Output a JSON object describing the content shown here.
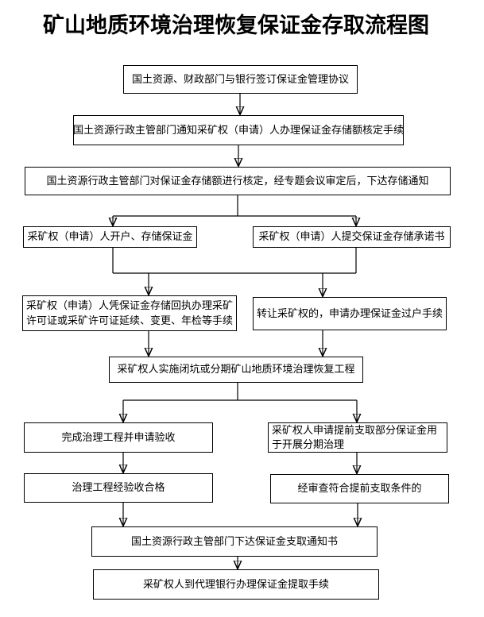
{
  "title": "矿山地质环境治理恢复保证金存取流程图",
  "nodes": {
    "agreement": {
      "text": "国土资源、财政部门与银行签订保证金管理协议"
    },
    "notify": {
      "text": "国土资源行政主管部门通知采矿权（申请）人办理保证金存储额核定手续"
    },
    "assess": {
      "text": "国土资源行政主管部门对保证金存储额进行核定，经专题会议审定后，下达存储通知"
    },
    "open_account": {
      "text": "采矿权（申请）人开户、存储保证金"
    },
    "commitment": {
      "text": "采矿权（申请）人提交保证金存储承诺书"
    },
    "permit_receipt": {
      "text": "采矿权（申请）人凭保证金存储回执办理采矿许可证或采矿许可证延续、变更、年检等手续"
    },
    "transfer": {
      "text": "转让采矿权的，申请办理保证金过户手续"
    },
    "implement": {
      "text": "采矿权人实施闭坑或分期矿山地质环境治理恢复工程"
    },
    "complete_apply": {
      "text": "完成治理工程并申请验收"
    },
    "advance_withdraw": {
      "text": "采矿权人申请提前支取部分保证金用于开展分期治理"
    },
    "acceptance_qualified": {
      "text": "治理工程经验收合格"
    },
    "review_qualified": {
      "text": "经审查符合提前支取条件的"
    },
    "withdraw_notice": {
      "text": "国土资源行政主管部门下达保证金支取通知书"
    },
    "bank_withdraw": {
      "text": "采矿权人到代理银行办理保证金提取手续"
    }
  },
  "edges": [
    {
      "from": "agreement",
      "to": "notify"
    },
    {
      "from": "notify",
      "to": "assess"
    },
    {
      "from": "assess",
      "to": "open_account"
    },
    {
      "from": "assess",
      "to": "commitment"
    },
    {
      "from": "open_account",
      "to": "permit_receipt"
    },
    {
      "from": "commitment",
      "to": "transfer"
    },
    {
      "from": "permit_receipt",
      "to": "implement"
    },
    {
      "from": "transfer",
      "to": "implement"
    },
    {
      "from": "implement",
      "to": "complete_apply"
    },
    {
      "from": "implement",
      "to": "advance_withdraw"
    },
    {
      "from": "complete_apply",
      "to": "acceptance_qualified"
    },
    {
      "from": "advance_withdraw",
      "to": "review_qualified"
    },
    {
      "from": "acceptance_qualified",
      "to": "withdraw_notice"
    },
    {
      "from": "review_qualified",
      "to": "withdraw_notice"
    },
    {
      "from": "withdraw_notice",
      "to": "bank_withdraw"
    }
  ],
  "colors": {
    "line": "#000000",
    "box_border": "#000000",
    "background": "#ffffff",
    "text": "#000000"
  }
}
